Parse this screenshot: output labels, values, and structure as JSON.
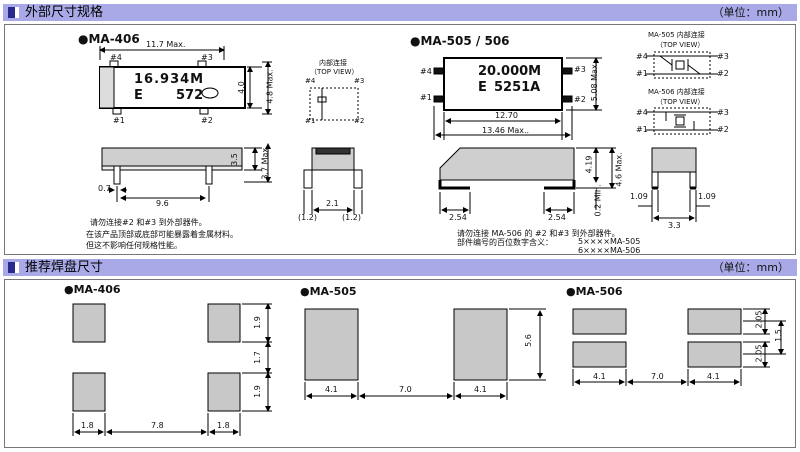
{
  "section1": {
    "title": "外部尺寸规格",
    "unit": "（单位：mm）"
  },
  "section2": {
    "title": "推荐焊盘尺寸",
    "unit": "（单位：mm）"
  },
  "ma406": {
    "name": "●MA-406",
    "width_label": "11.7  Max.",
    "pin_tl": "#4",
    "pin_tr": "#3",
    "pin_bl": "#1",
    "pin_br": "#2",
    "marking1": "16.934M",
    "marking2a": "E",
    "marking2b": "572",
    "dim_h1": "4.0",
    "dim_h2": "4.8 Max.",
    "side_h1": "3.5",
    "side_h2": "3.7 Max.",
    "dim_07": "0.7",
    "dim_96": "9.6",
    "note1": "请勿连接#2 和#3 到外部器件。",
    "note2": "在该产品顶部或底部可能暴露着金属材料。",
    "note3": "但这不影响任何规格性能。"
  },
  "inner406": {
    "title": "内部连接",
    "sub": "（TOP VIEW）",
    "p4": "#4",
    "p3": "#3",
    "p1": "#1",
    "p2": "#2",
    "end_left": "(1.2)",
    "end_mid": "2.1",
    "end_right": "(1.2)"
  },
  "ma505": {
    "name": "●MA-505 / 506",
    "pin_tl": "#4",
    "pin_tr": "#3",
    "pin_bl": "#1",
    "pin_br": "#2",
    "marking1": "20.000M",
    "marking2a": "E",
    "marking2b": "5251A",
    "dim_h": "5.08 Max.",
    "dim_1270": "12.70",
    "dim_1346": "13.46   Max..",
    "side_419": "4.19",
    "side_46": "4.6 Max.",
    "side_02": "0.2 Min.",
    "dim_254a": "2.54",
    "dim_254b": "2.54",
    "end_109a": "1.09",
    "end_109b": "1.09",
    "end_33": "3.3",
    "note1": "请勿连接 MA-506 的 #2 和#3 到外部器件。",
    "note2": "部件编号的百位数字含义：",
    "code1": "5××××",
    "model1": "MA-505",
    "code2": "6××××",
    "model2": "MA-506"
  },
  "inner505": {
    "title": "MA-505 内部连接",
    "sub": "（TOP VIEW）",
    "p4": "#4",
    "p3": "#3",
    "p1": "#1",
    "p2": "#2"
  },
  "inner506": {
    "title": "MA-506 内部连接",
    "sub": "（TOP VIEW）",
    "p4": "#4",
    "p3": "#3",
    "p1": "#1",
    "p2": "#2"
  },
  "pad406": {
    "name": "●MA-406",
    "h1": "1.9",
    "gap": "1.7",
    "h2": "1.9",
    "w1": "1.8",
    "mid": "7.8",
    "w2": "1.8"
  },
  "pad505": {
    "name": "●MA-505",
    "h": "5.6",
    "w1": "4.1",
    "mid": "7.0",
    "w2": "4.1"
  },
  "pad506": {
    "name": "●MA-506",
    "h1": "2.05",
    "h2": "2.05",
    "pitch": "1.5",
    "w1": "4.1",
    "mid": "7.0",
    "w2": "4.1"
  }
}
